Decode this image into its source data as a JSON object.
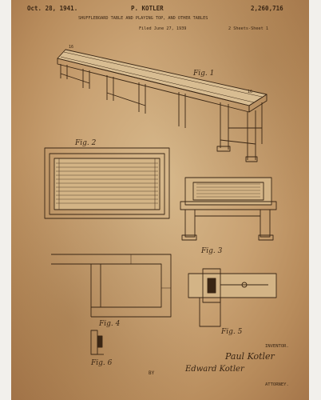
{
  "header": {
    "date": "Oct. 28, 1941.",
    "inventor_name": "P. KOTLER",
    "patent_number": "2,260,716",
    "title_line": "SHUFFLEBOARD TABLE AND PLAYING TOP, AND OTHER TABLES",
    "filed": "Filed June 27, 1939",
    "sheets": "2 Sheets-Sheet 1"
  },
  "figures": {
    "fig1": "Fig. 1",
    "fig2": "Fig. 2",
    "fig3": "Fig. 3",
    "fig4": "Fig. 4",
    "fig5": "Fig. 5",
    "fig6": "Fig. 6"
  },
  "footer": {
    "inventor_label": "INVENTOR.",
    "inventor_signature": "Paul Kotler",
    "by": "BY",
    "attorney_signature": "Edward Kotler",
    "attorney_label": "ATTORNEY."
  },
  "colors": {
    "ink": "#3a2614",
    "paper": "#c9a273"
  }
}
